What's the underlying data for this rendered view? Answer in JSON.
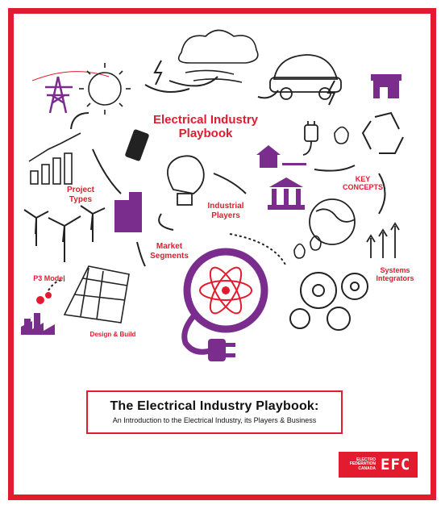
{
  "headline": "Electrical Industry Playbook",
  "labels": {
    "project_types": "Project Types",
    "industrial_players": "Industrial Players",
    "key_concepts": "KEY CONCEPTS",
    "market_segments": "Market Segments",
    "systems_integrators": "Systems Integrators",
    "p3_model": "P3 Model",
    "design_build": "Design & Build"
  },
  "title_box": {
    "title": "The Electrical Industry Playbook:",
    "subtitle": "An Introduction to the Electrical Industry, its Players & Business"
  },
  "logo": {
    "small_text": "ELECTRO FEDERATION CANADA",
    "letters": "EFC"
  },
  "colors": {
    "accent_red": "#e31b2e",
    "purple": "#7b2d8e",
    "ink": "#111111"
  }
}
